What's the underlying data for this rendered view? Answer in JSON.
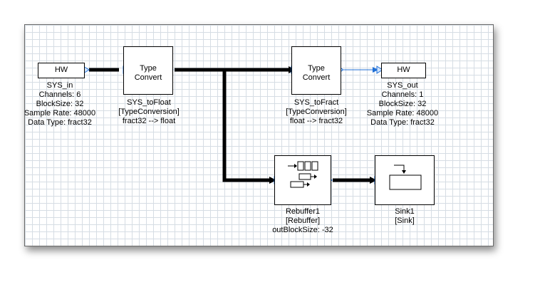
{
  "blocks": {
    "sys_in": {
      "hw_label": "HW",
      "lines": [
        "SYS_in",
        "Channels: 6",
        "BlockSize: 32",
        "Sample Rate: 48000",
        "Data Type: fract32"
      ]
    },
    "sys_tofloat": {
      "title": [
        "Type",
        "Convert"
      ],
      "lines": [
        "SYS_toFloat",
        "[TypeConversion]",
        "fract32 --> float"
      ]
    },
    "sys_tofract": {
      "title": [
        "Type",
        "Convert"
      ],
      "lines": [
        "SYS_toFract",
        "[TypeConversion]",
        "float --> fract32"
      ]
    },
    "sys_out": {
      "hw_label": "HW",
      "lines": [
        "SYS_out",
        "Channels: 1",
        "BlockSize: 32",
        "Sample Rate: 48000",
        "Data Type: fract32"
      ]
    },
    "rebuffer1": {
      "icon": "rebuffer-icon",
      "lines": [
        "Rebuffer1",
        "[Rebuffer]",
        "outBlockSize: -32"
      ]
    },
    "sink1": {
      "icon": "sink-icon",
      "lines": [
        "Sink1",
        "[Sink]"
      ]
    }
  },
  "colors": {
    "wire": "#000000",
    "pin": "#1f6fd6",
    "grid": "#d6dde4"
  }
}
